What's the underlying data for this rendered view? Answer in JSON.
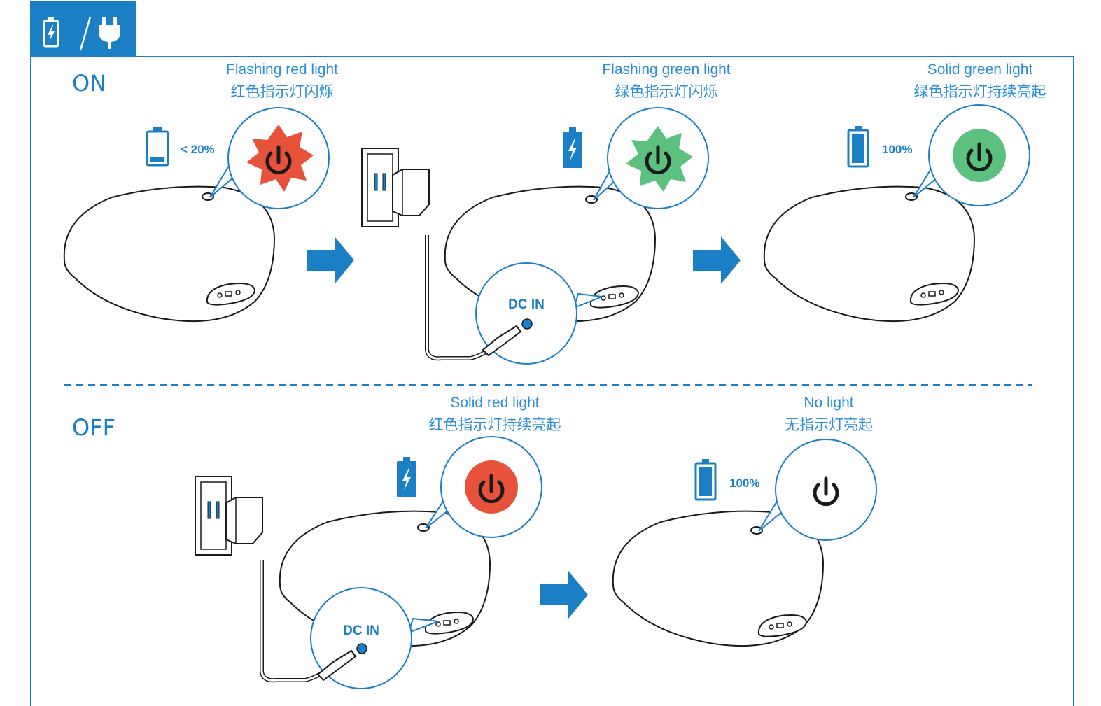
{
  "header": {
    "icons": [
      "charging-battery-icon",
      "power-plug-icon"
    ]
  },
  "colors": {
    "accent": "#1a7fc4",
    "red_light": "#e8523a",
    "green_light": "#5cc07e",
    "outline": "#1a1a1a"
  },
  "on_section": {
    "label": "ON",
    "steps": [
      {
        "caption_en": "Flashing red light",
        "caption_zh": "红色指示灯闪烁",
        "battery_text": "< 20%"
      },
      {
        "caption_en": "Flashing green light",
        "caption_zh": "绿色指示灯闪烁",
        "port_label": "DC IN"
      },
      {
        "caption_en": "Solid green light",
        "caption_zh": "绿色指示灯持续亮起",
        "battery_text": "100%"
      }
    ]
  },
  "off_section": {
    "label": "OFF",
    "steps": [
      {
        "caption_en": "Solid red light",
        "caption_zh": "红色指示灯持续亮起",
        "port_label": "DC IN"
      },
      {
        "caption_en": "No light",
        "caption_zh": "无指示灯亮起",
        "battery_text": "100%"
      }
    ]
  }
}
